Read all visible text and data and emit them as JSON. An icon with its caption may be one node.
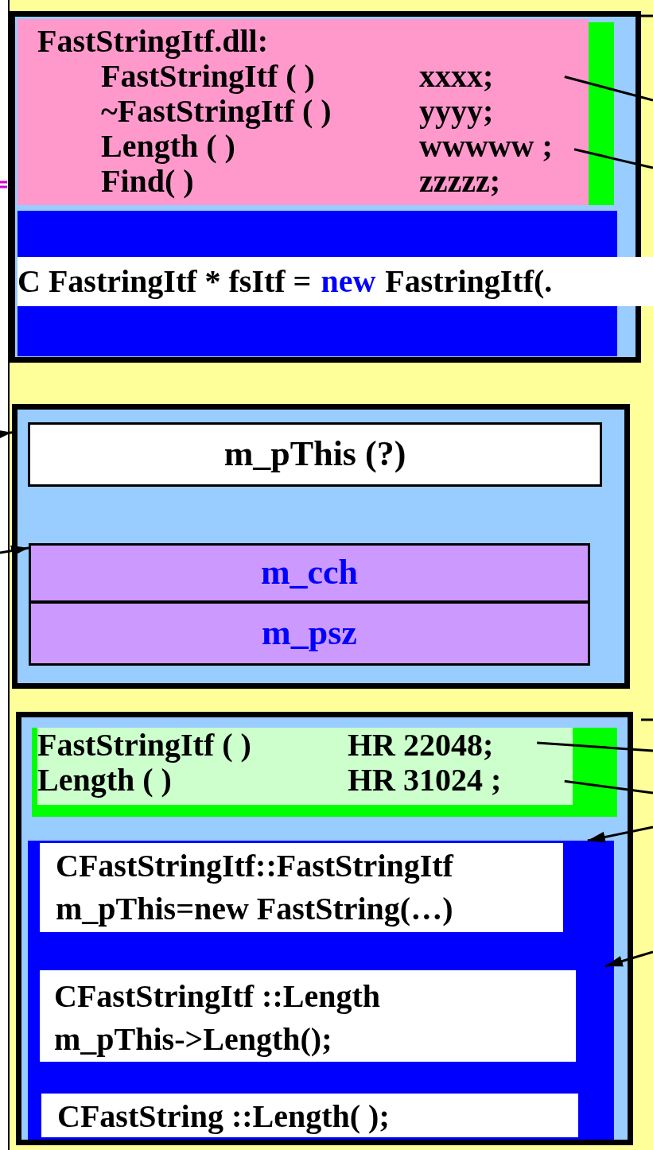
{
  "diagram": {
    "nodes": [
      {
        "text": [],
        "shape": "box"
      },
      {
        "text": [
          "FastStringItf.dll:",
          "FastStringItf ( )",
          "xxxx;",
          "~FastStringItf ( )",
          "yyyy;",
          "Length ( )",
          "wwwww ;",
          "Find( )",
          "zzzzz;"
        ],
        "in": 0
      },
      {
        "text": [],
        "shape": "bar",
        "in": 0
      },
      {
        "text": [],
        "shape": "bar",
        "in": 0
      },
      {
        "text": [
          "C FastringItf * fsItf =",
          "new",
          "FastringItf(."
        ],
        "in": 3
      },
      {
        "text": [],
        "shape": "box"
      },
      {
        "text": [
          "m_pThis (?)"
        ],
        "in": 5
      },
      {
        "text": [
          "m_cch"
        ],
        "in": 5
      },
      {
        "text": [
          "m_psz"
        ],
        "in": 5
      },
      {
        "text": [],
        "shape": "box"
      },
      {
        "text": [
          "FastStringItf ( )",
          "HR 22048;",
          "Length ( )",
          "HR 31024 ;"
        ],
        "in": 9
      },
      {
        "text": [],
        "shape": "bar",
        "in": 9
      },
      {
        "text": [
          "CFastStringItf::FastStringItf",
          "m_pThis=new FastString(…)"
        ],
        "in": 11
      },
      {
        "text": [
          "CFastStringItf ::Length",
          "m_pThis->Length();"
        ],
        "in": 11
      },
      {
        "text": [
          "CFastString ::Length( );"
        ],
        "in": 11
      }
    ],
    "edges": [
      {
        "from": 1,
        "to": null,
        "arrow": "none"
      },
      {
        "from": 1,
        "to": null,
        "arrow": "none"
      },
      {
        "from": null,
        "to": 5,
        "arrow": "to"
      },
      {
        "from": null,
        "to": 7,
        "arrow": "to"
      },
      {
        "from": 10,
        "to": null,
        "arrow": "none"
      },
      {
        "from": 10,
        "to": null,
        "arrow": "none"
      },
      {
        "from": null,
        "to": 11,
        "arrow": "to"
      },
      {
        "from": null,
        "to": 11,
        "arrow": "to"
      }
    ]
  }
}
